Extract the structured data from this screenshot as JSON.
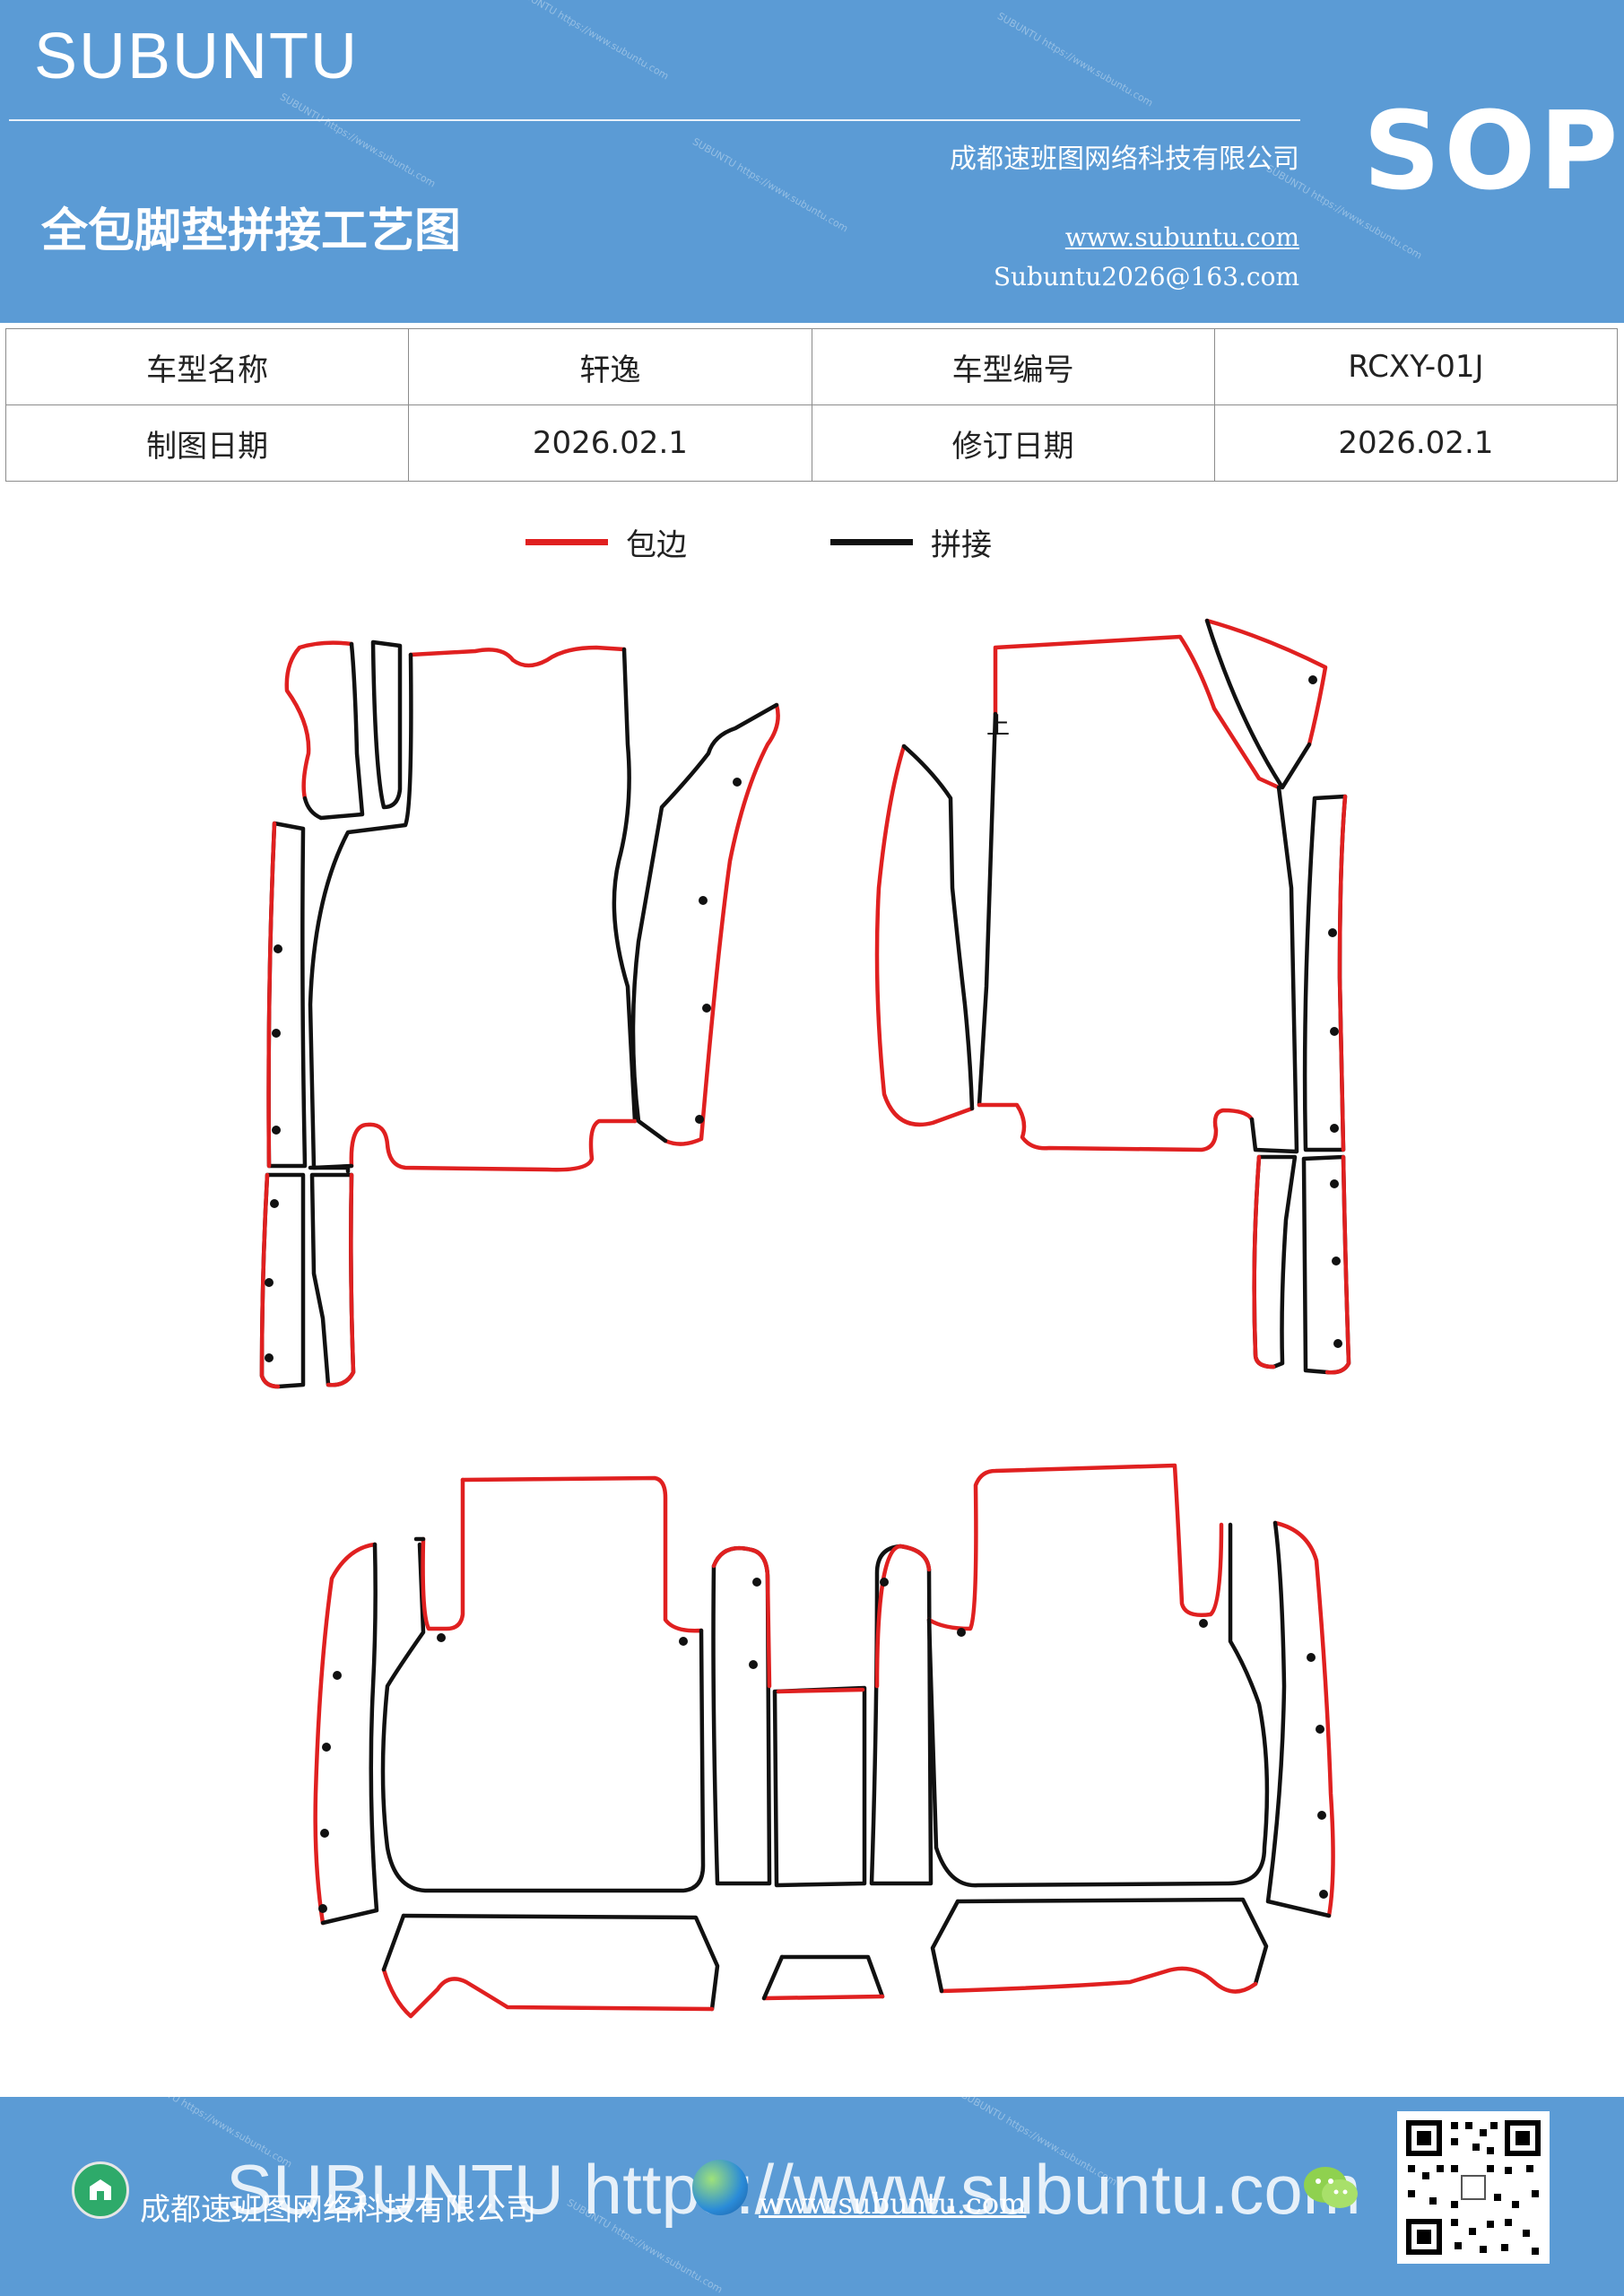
{
  "header": {
    "brand": "SUBUNTU",
    "sop": "SOP",
    "title": "全包脚垫拼接工艺图",
    "company": "成都速班图网络科技有限公司",
    "website": "www.subuntu.com",
    "email": "Subuntu2026@163.com"
  },
  "info_table": {
    "rows": [
      {
        "label1": "车型名称",
        "value1": "轩逸",
        "label2": "车型编号",
        "value2": "RCXY-01J"
      },
      {
        "label1": "制图日期",
        "value1": "2026.02.1",
        "label2": "修订日期",
        "value2": "2026.02.1"
      }
    ]
  },
  "legend": {
    "edge_label": "包边",
    "edge_color": "#e02020",
    "splice_label": "拼接",
    "splice_color": "#111111"
  },
  "diagram": {
    "stitch_mark": "上"
  },
  "footer": {
    "company": "成都速班图网络科技有限公司",
    "website": "www.subuntu.com",
    "big_url": "SUBUNTU https://www.subuntu.com"
  }
}
